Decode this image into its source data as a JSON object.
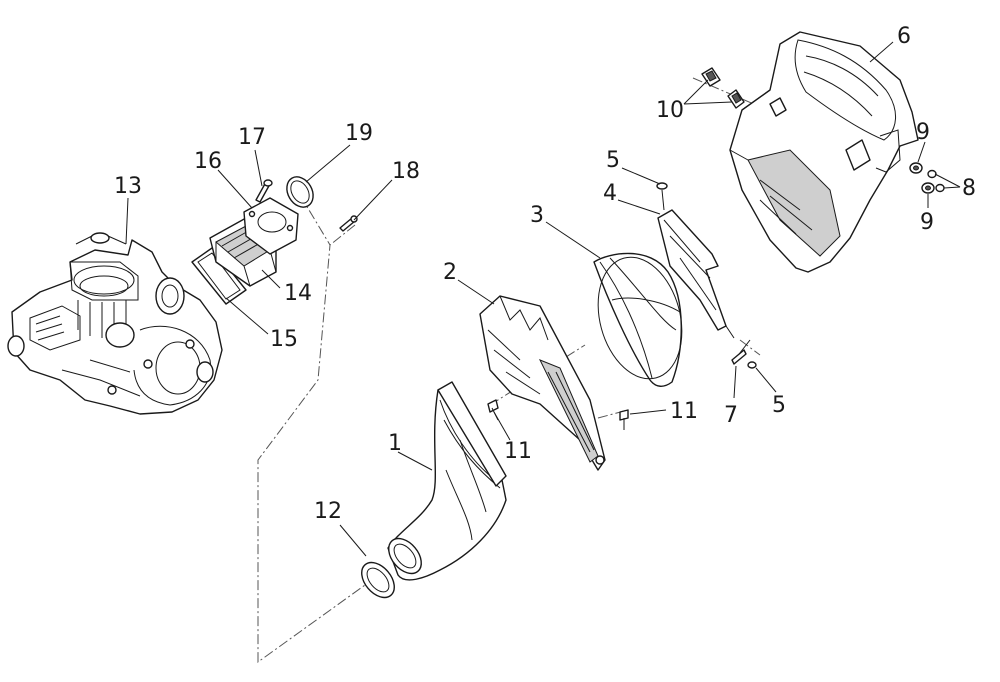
{
  "callouts": [
    {
      "id": "c1",
      "text": "1"
    },
    {
      "id": "c2",
      "text": "2"
    },
    {
      "id": "c3",
      "text": "3"
    },
    {
      "id": "c4",
      "text": "4"
    },
    {
      "id": "c5a",
      "text": "5"
    },
    {
      "id": "c5b",
      "text": "5"
    },
    {
      "id": "c6",
      "text": "6"
    },
    {
      "id": "c7",
      "text": "7"
    },
    {
      "id": "c8",
      "text": "8"
    },
    {
      "id": "c9a",
      "text": "9"
    },
    {
      "id": "c9b",
      "text": "9"
    },
    {
      "id": "c10",
      "text": "10"
    },
    {
      "id": "c11a",
      "text": "11"
    },
    {
      "id": "c11b",
      "text": "11"
    },
    {
      "id": "c12",
      "text": "12"
    },
    {
      "id": "c13",
      "text": "13"
    },
    {
      "id": "c14",
      "text": "14"
    },
    {
      "id": "c15",
      "text": "15"
    },
    {
      "id": "c16",
      "text": "16"
    },
    {
      "id": "c17",
      "text": "17"
    },
    {
      "id": "c18",
      "text": "18"
    },
    {
      "id": "c19",
      "text": "19"
    }
  ]
}
